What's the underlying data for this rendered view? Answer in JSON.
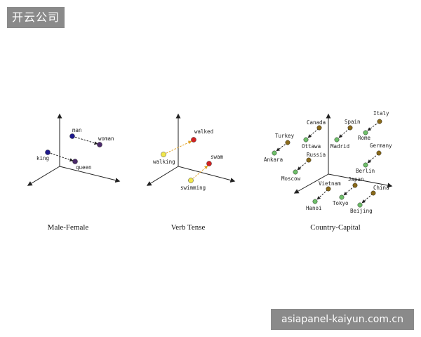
{
  "watermarks": {
    "top_left": "开云公司",
    "bottom_right": "asiapanel-kaiyun.com.cn"
  },
  "colors": {
    "male": "#1f1a8c",
    "female": "#4b2a6a",
    "present": "#f2e84a",
    "past": "#d42222",
    "country": "#8a6a1a",
    "capital": "#6fbf6a",
    "arrow_dark": "#222222",
    "arrow_orange": "#e0a020"
  },
  "panels": [
    {
      "caption": "Male-Female",
      "words": {
        "man": "man",
        "woman": "woman",
        "king": "king",
        "queen": "queen"
      }
    },
    {
      "caption": "Verb Tense",
      "words": {
        "walked": "walked",
        "walking": "walking",
        "swam": "swam",
        "swimming": "swimming"
      }
    },
    {
      "caption": "Country-Capital",
      "words": {
        "turkey": "Turkey",
        "ankara": "Ankara",
        "canada": "Canada",
        "ottawa": "Ottawa",
        "spain": "Spain",
        "madrid": "Madrid",
        "italy": "Italy",
        "rome": "Rome",
        "germany": "Germany",
        "berlin": "Berlin",
        "russia": "Russia",
        "moscow": "Moscow",
        "vietnam": "Vietnam",
        "hanoi": "Hanoi",
        "japan": "Japan",
        "tokyo": "Tokyo",
        "china": "China",
        "beijing": "Beijing"
      }
    }
  ]
}
